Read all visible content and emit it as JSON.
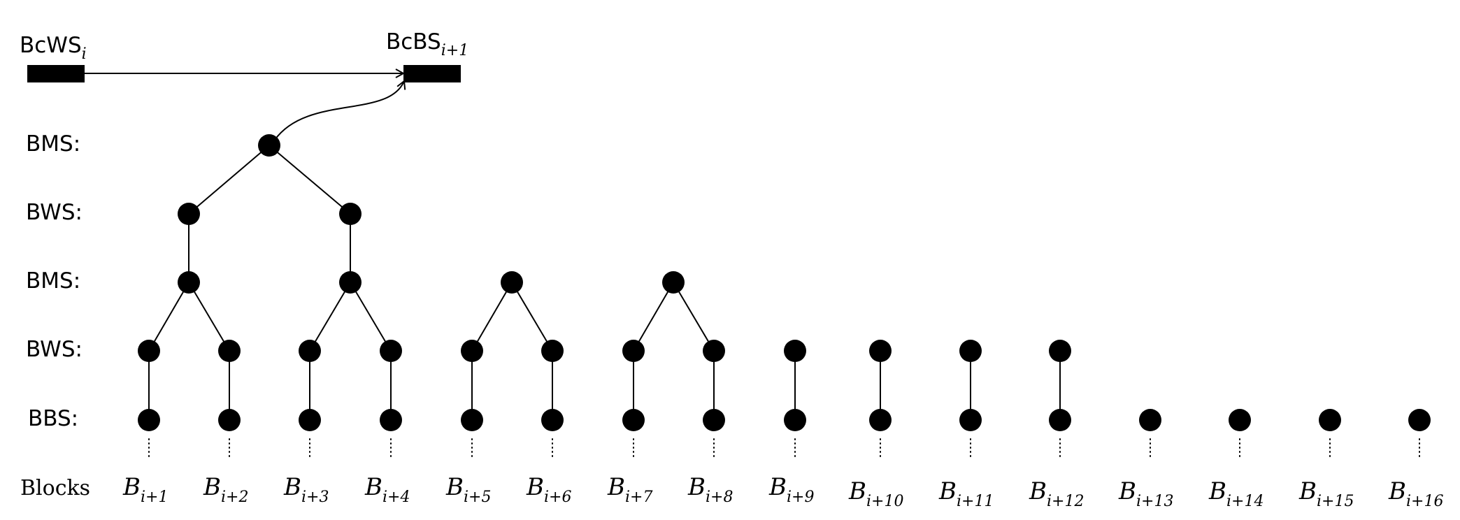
{
  "diagram": {
    "checkpoint_left": {
      "main": "BcWS",
      "sub": "i"
    },
    "checkpoint_right": {
      "main": "BcBS",
      "sub": "i+1"
    },
    "row_labels": {
      "bms_top": "BMS:",
      "bws_upper": "BWS:",
      "bms_lower": "BMS:",
      "bws_lower": "BWS:",
      "bbs": "BBS:",
      "blocks": "Blocks"
    },
    "blocks": [
      {
        "main": "B",
        "sub": "i+1"
      },
      {
        "main": "B",
        "sub": "i+2"
      },
      {
        "main": "B",
        "sub": "i+3"
      },
      {
        "main": "B",
        "sub": "i+4"
      },
      {
        "main": "B",
        "sub": "i+5"
      },
      {
        "main": "B",
        "sub": "i+6"
      },
      {
        "main": "B",
        "sub": "i+7"
      },
      {
        "main": "B",
        "sub": "i+8"
      },
      {
        "main": "B",
        "sub": "i+9"
      },
      {
        "main": "B",
        "sub": "i+10"
      },
      {
        "main": "B",
        "sub": "i+11"
      },
      {
        "main": "B",
        "sub": "i+12"
      },
      {
        "main": "B",
        "sub": "i+13"
      },
      {
        "main": "B",
        "sub": "i+14"
      },
      {
        "main": "B",
        "sub": "i+15"
      },
      {
        "main": "B",
        "sub": "i+16"
      }
    ]
  }
}
